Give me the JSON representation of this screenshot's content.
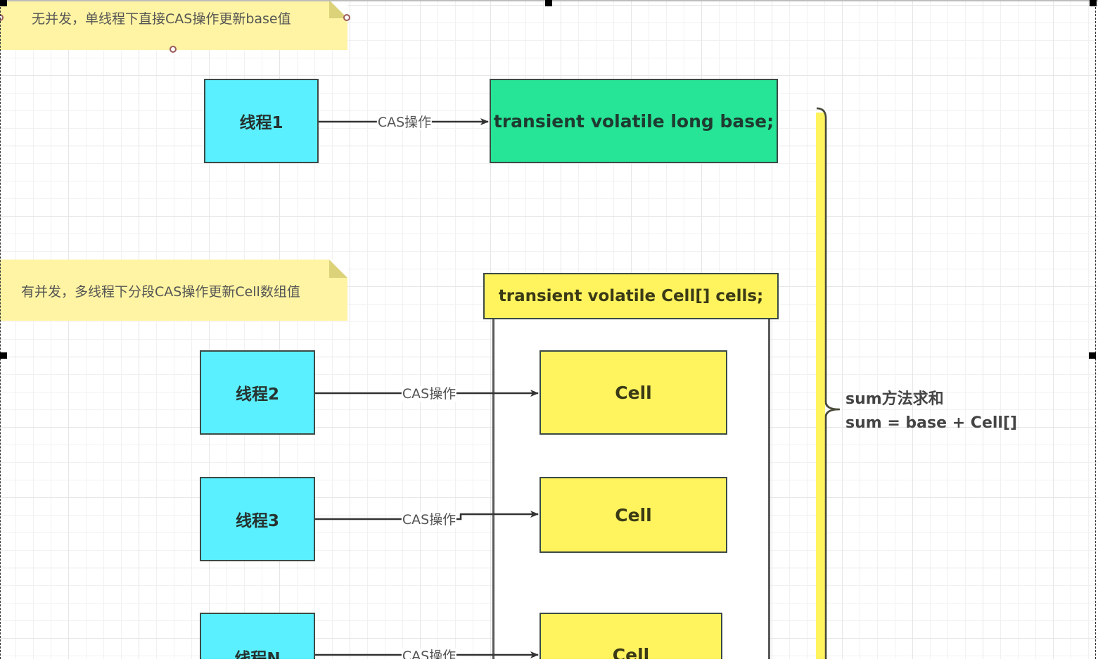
{
  "diagram": {
    "title": "LongAdder base + Cell[] sum diagram",
    "notes": {
      "no_concurrency": "无并发，单线程下直接CAS操作更新base值",
      "with_concurrency": "有并发，多线程下分段CAS操作更新Cell数组值"
    },
    "threads": [
      {
        "label": "线程1"
      },
      {
        "label": "线程2"
      },
      {
        "label": "线程3"
      },
      {
        "label": "线程N"
      }
    ],
    "base_field": "transient volatile long base;",
    "cells_field": "transient volatile Cell[] cells;",
    "cells": [
      {
        "label": "Cell"
      },
      {
        "label": "Cell"
      },
      {
        "label": "Cell"
      }
    ],
    "edges": [
      {
        "from": "线程1",
        "to": "base",
        "label": "CAS操作"
      },
      {
        "from": "线程2",
        "to": "Cell",
        "label": "CAS操作"
      },
      {
        "from": "线程3",
        "to": "Cell",
        "label": "CAS操作"
      },
      {
        "from": "线程N",
        "to": "Cell",
        "label": "CAS操作"
      }
    ],
    "sum": {
      "line1": "sum方法求和",
      "line2": "sum = base + Cell[]"
    },
    "colors": {
      "thread_fill": "#5bf0ff",
      "base_fill": "#26e596",
      "cell_fill": "#fff35e",
      "note_fill": "#fff4a3",
      "brace_fill": "#fff35e",
      "stroke": "#3c4a46"
    }
  }
}
